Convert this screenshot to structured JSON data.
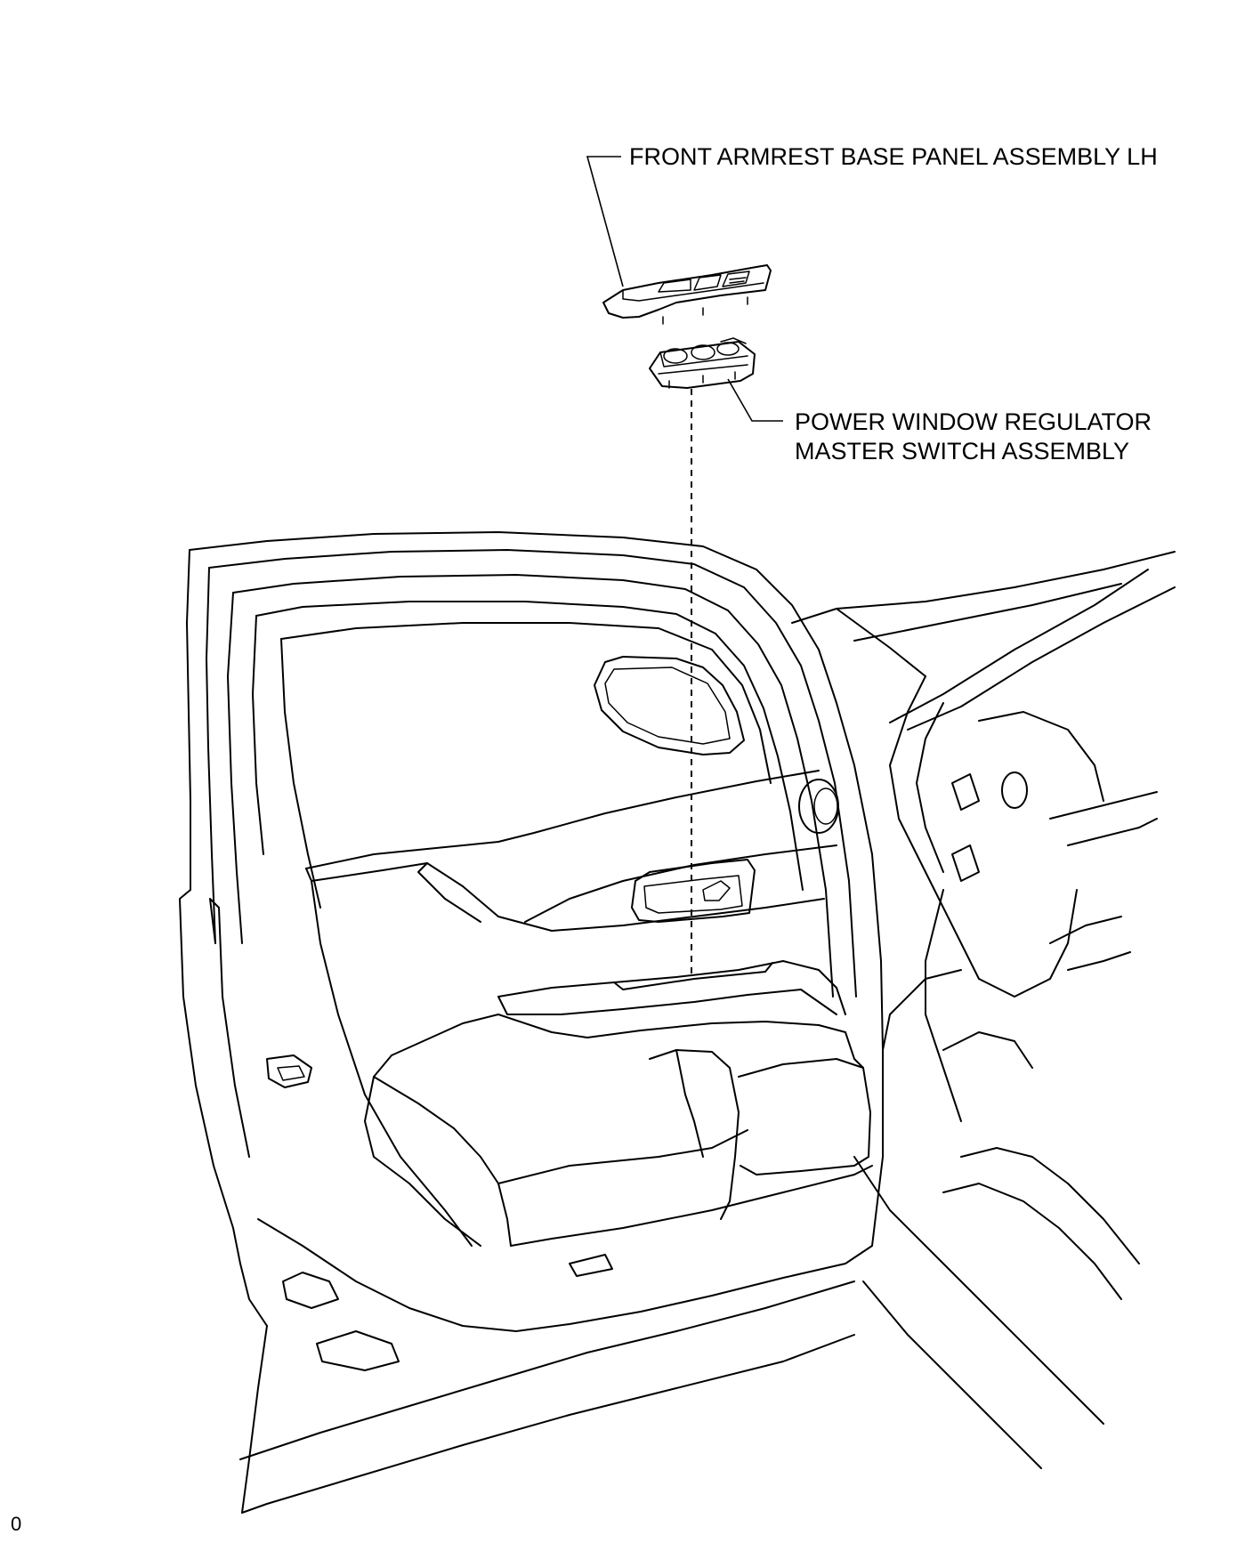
{
  "callouts": {
    "armrest_panel": "FRONT ARMREST BASE PANEL ASSEMBLY LH",
    "master_switch_line1": "POWER WINDOW REGULATOR",
    "master_switch_line2": "MASTER SWITCH ASSEMBLY"
  },
  "figure_id": "0",
  "colors": {
    "line": "#000000",
    "background": "#ffffff"
  }
}
